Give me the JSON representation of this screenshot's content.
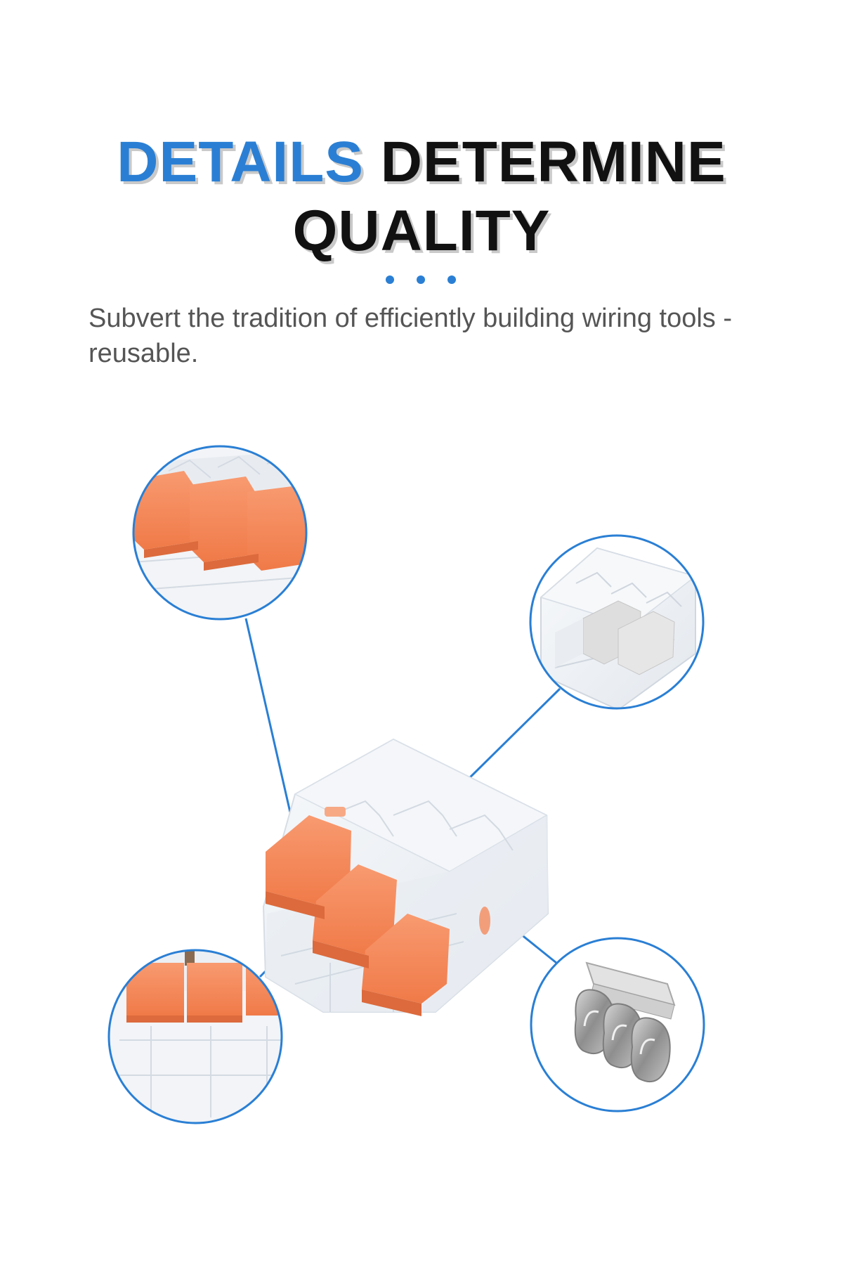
{
  "headline": {
    "line1_accent": "DETAILS",
    "line1_rest": "DETERMINE",
    "line2": "QUALITY"
  },
  "subtitle": "Subvert the tradition of efficiently building wiring tools - reusable.",
  "colors": {
    "accent": "#2a7fd4",
    "lever_orange": "#f58a5c",
    "lever_grey": "#d9d9d9",
    "metal": "#9a9a9a",
    "body_clear": "#eef2f6"
  },
  "callouts": [
    {
      "name": "orange-levers-closeup",
      "icon": "orange-lever-closeup"
    },
    {
      "name": "transparent-housing-closeup",
      "icon": "grey-lever-closeup"
    },
    {
      "name": "wire-entry-closeup",
      "icon": "wire-entry-closeup"
    },
    {
      "name": "metal-clamp-closeup",
      "icon": "metal-clamp-closeup"
    }
  ]
}
